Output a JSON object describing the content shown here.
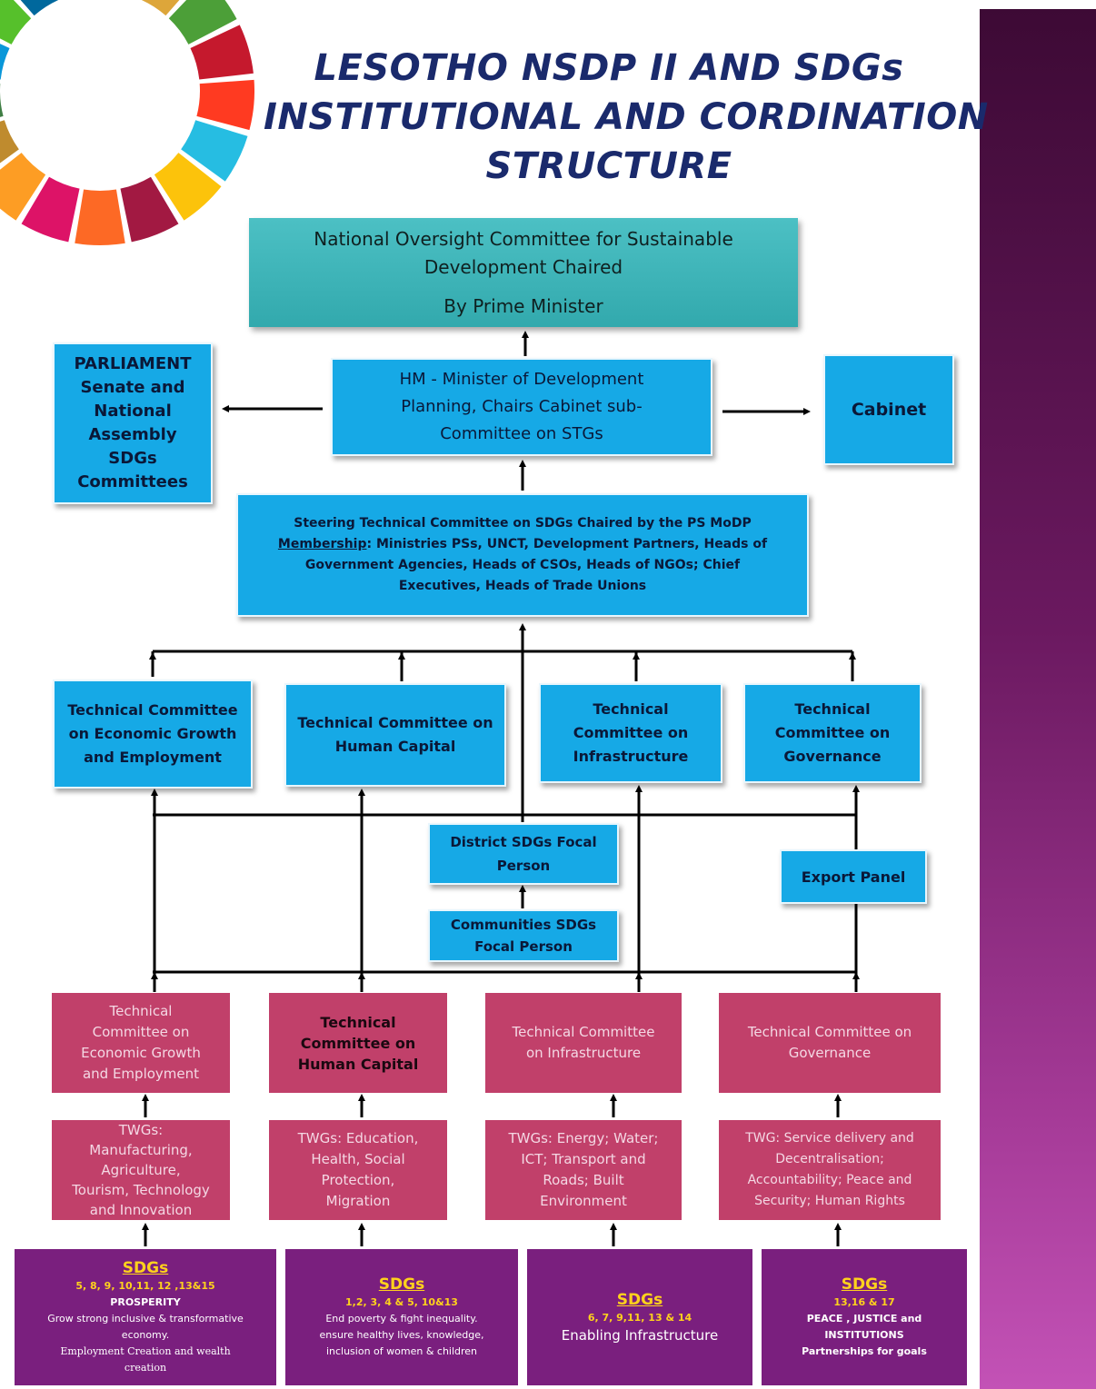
{
  "title": {
    "line1": "LESOTHO NSDP II AND SDGs",
    "line2": "INSTITUTIONAL AND CORDINATION",
    "line3": "STRUCTURE"
  },
  "oversight": {
    "line1": "National Oversight Committee for Sustainable",
    "line2": "Development Chaired",
    "line3": "By Prime Minister"
  },
  "parliament": {
    "line1": "PARLIAMENT",
    "line2": "Senate and",
    "line3": "National",
    "line4": "Assembly",
    "line5": "SDGs",
    "line6": "Committees"
  },
  "minister": {
    "line1": "HM - Minister of Development",
    "line2": "Planning, Chairs Cabinet sub-",
    "line3": "Committee on STGs"
  },
  "cabinet": "Cabinet",
  "steering": {
    "line1": "Steering Technical Committee on SDGs Chaired by the PS MoDP",
    "membership_label": "Membership",
    "line2_rest": ": Ministries PSs, UNCT, Development Partners, Heads of",
    "line3": "Government Agencies, Heads of CSOs, Heads of NGOs; Chief",
    "line4": "Executives, Heads of Trade Unions"
  },
  "tech_committees": [
    {
      "lines": [
        "Technical Committee",
        "on Economic Growth",
        "and Employment"
      ]
    },
    {
      "lines": [
        "Technical Committee on",
        "Human Capital"
      ]
    },
    {
      "lines": [
        "Technical",
        "Committee on",
        "Infrastructure"
      ]
    },
    {
      "lines": [
        "Technical",
        "Committee on",
        "Governance"
      ]
    }
  ],
  "district": {
    "line1": "District SDGs Focal",
    "line2": "Person"
  },
  "communities": {
    "line1": "Communities SDGs",
    "line2": "Focal Person"
  },
  "expert_panel": "Export Panel",
  "lower_committees": [
    {
      "lines": [
        "Technical",
        "Committee on",
        "Economic Growth",
        "and Employment"
      ]
    },
    {
      "lines": [
        "Technical",
        "Committee on",
        "Human Capital"
      ]
    },
    {
      "lines": [
        "Technical Committee",
        "on Infrastructure"
      ]
    },
    {
      "lines": [
        "Technical Committee on",
        "Governance"
      ]
    }
  ],
  "twgs": [
    {
      "lines": [
        "TWGs:",
        "Manufacturing,",
        "Agriculture,",
        "Tourism, Technology",
        "and Innovation"
      ]
    },
    {
      "lines": [
        "TWGs: Education,",
        "Health, Social",
        "Protection,",
        "Migration"
      ]
    },
    {
      "lines": [
        "TWGs: Energy; Water;",
        "ICT; Transport and",
        "Roads; Built",
        "Environment"
      ]
    },
    {
      "lines": [
        "TWG: Service delivery and",
        "Decentralisation;",
        "Accountability; Peace and",
        "Security; Human Rights"
      ]
    }
  ],
  "sdg_boxes": [
    {
      "head": "SDGs",
      "nums": "5, 8, 9, 10,11, 12 ,13&15",
      "bold": "PROSPERITY",
      "text": [
        "Grow strong inclusive & transformative",
        "economy.",
        "Employment Creation and wealth",
        "creation"
      ]
    },
    {
      "head": "SDGs",
      "nums": "1,2, 3, 4 & 5, 10&13",
      "bold": "",
      "text": [
        "End poverty & fight inequality.",
        "ensure healthy lives, knowledge,",
        "inclusion of women & children"
      ]
    },
    {
      "head": "SDGs",
      "nums": "6, 7, 9,11, 13 & 14",
      "bold": "",
      "text": [
        "Enabling Infrastructure"
      ]
    },
    {
      "head": "SDGs",
      "nums": "13,16 & 17",
      "bold": "PEACE , JUSTICE and",
      "text": [
        "INSTITUTIONS",
        "Partnerships for goals"
      ]
    }
  ],
  "colors": {
    "blue_box": "#16a9e6",
    "teal_box": "#38afb3",
    "pink_box": "#c1406a",
    "purple_box": "#7a1f7e",
    "title": "#1a2a6c",
    "sdg_yellow": "#ffd21c"
  },
  "logo_icon": "sdg-color-wheel-icon"
}
